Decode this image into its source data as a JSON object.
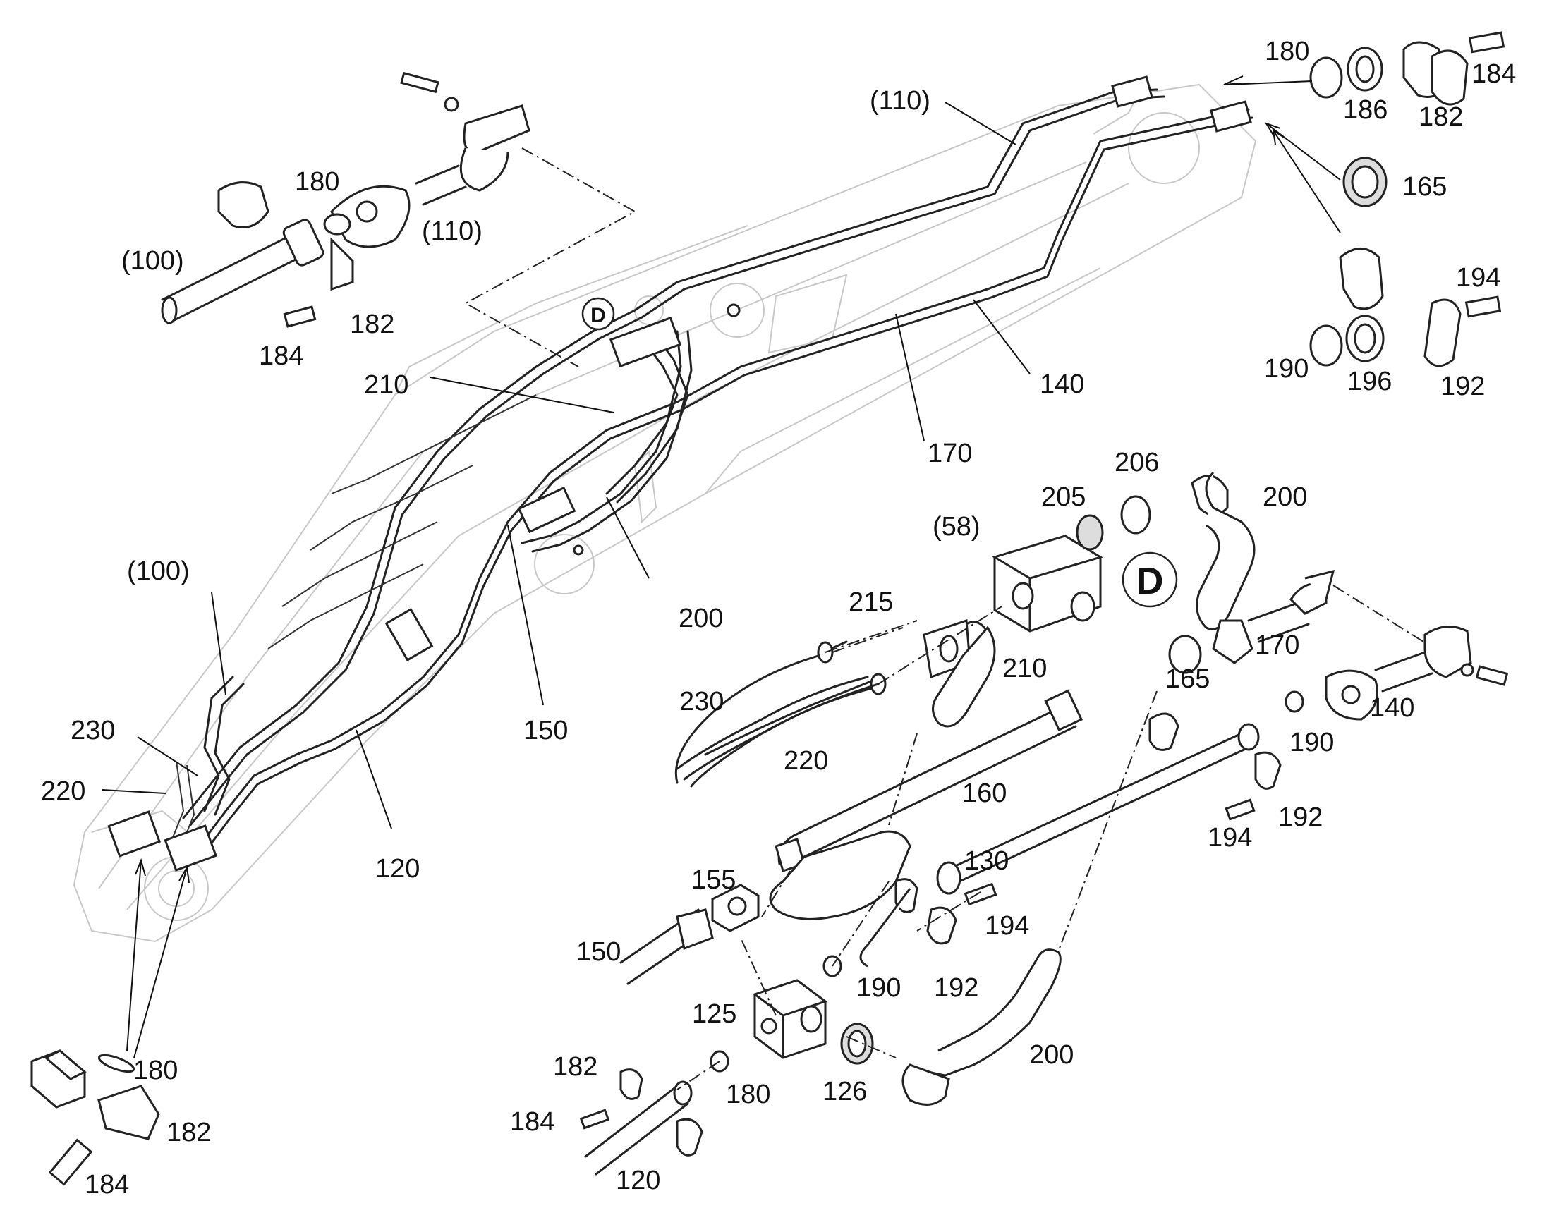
{
  "callout": {
    "letter": "D"
  },
  "labels": {
    "l100a": "(100)",
    "l180a": "180",
    "l110a": "(110)",
    "l182a": "182",
    "l184a": "184",
    "l110b": "(110)",
    "l180b": "180",
    "l186": "186",
    "l184b": "184",
    "l182b": "182",
    "l165a": "165",
    "l194a": "194",
    "l190a": "190",
    "l196": "196",
    "l192a": "192",
    "l210a": "210",
    "l140a": "140",
    "l170a": "170",
    "l206": "206",
    "l205": "205",
    "l200a": "200",
    "l58": "(58)",
    "l215": "215",
    "l200b": "200",
    "l100b": "(100)",
    "l150a": "150",
    "l230a": "230",
    "l220a": "220",
    "l120a": "120",
    "l230b": "230",
    "l210b": "210",
    "l165b": "165",
    "l170b": "170",
    "l140b": "140",
    "l220b": "220",
    "l190b": "190",
    "l160": "160",
    "l192b": "192",
    "l194b": "194",
    "l130": "130",
    "l155": "155",
    "l194c": "194",
    "l150b": "150",
    "l190c": "190",
    "l192c": "192",
    "l200c": "200",
    "l125": "125",
    "l180c": "180",
    "l182c": "182",
    "l180d": "180",
    "l126": "126",
    "l184c": "184",
    "l182d": "182",
    "l120b": "120",
    "l184d": "184"
  }
}
